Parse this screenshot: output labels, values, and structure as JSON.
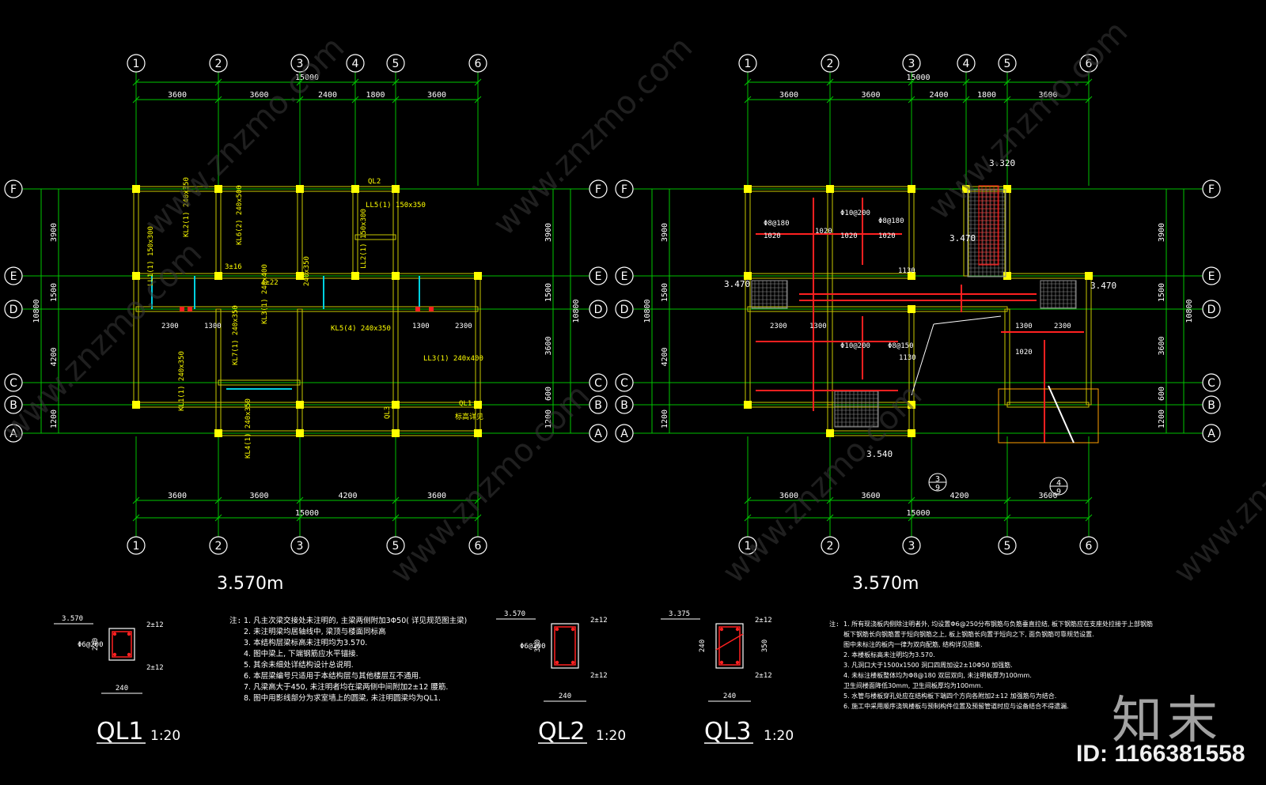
{
  "plans": [
    {
      "title": "3.570m",
      "grid_x_top": [
        "1",
        "2",
        "3",
        "4",
        "5",
        "6"
      ],
      "grid_x_bottom": [
        "1",
        "2",
        "3",
        "5",
        "6"
      ],
      "grid_y": [
        "F",
        "E",
        "D",
        "C",
        "B",
        "A"
      ],
      "dims_top": [
        "3600",
        "3600",
        "2400",
        "1800",
        "3600"
      ],
      "dims_bottom": [
        "3600",
        "3600",
        "4200",
        "3600"
      ],
      "total_width": "15000",
      "dims_left": [
        "3900",
        "1500",
        "4200",
        "1200"
      ],
      "dims_right": [
        "3900",
        "1500",
        "3600",
        "600",
        "1200"
      ],
      "total_depth": "10800"
    },
    {
      "title": "3.570m",
      "grid_x_top": [
        "1",
        "2",
        "3",
        "4",
        "5",
        "6"
      ],
      "grid_x_bottom": [
        "1",
        "2",
        "3",
        "5",
        "6"
      ],
      "grid_y": [
        "F",
        "E",
        "D",
        "C",
        "B",
        "A"
      ],
      "dims_top": [
        "3600",
        "3600",
        "2400",
        "1800",
        "3600"
      ],
      "dims_bottom": [
        "3600",
        "3600",
        "4200",
        "3600"
      ],
      "total_width": "15000",
      "dims_left": [
        "3900",
        "1500",
        "4200",
        "1200"
      ],
      "dims_right": [
        "3900",
        "1500",
        "3600",
        "600",
        "1200"
      ],
      "total_depth": "10800",
      "levels": [
        "3.320",
        "3.470",
        "3.470",
        "3.470",
        "3.540"
      ],
      "section_marks": [
        "3",
        "9",
        "4",
        "9"
      ]
    }
  ],
  "beam_labels_left": [
    "QL2",
    "LL5(1) 150x350",
    "KL6(2) 240x500",
    "KL2(1) 240x350",
    "LL1(1) 150x300",
    "KL5(4) 240x350",
    "KL7(1) 240x350",
    "KL3(1) 240x400",
    "KL1(1) 240x350",
    "LL3(1) 240x400",
    "KL4(1) 240x350",
    "LL2(1) 150x300",
    "240x350",
    "QL1",
    "QL3",
    "3±16",
    "4±22",
    "2300",
    "1300",
    "1300",
    "2300",
    "标高详见"
  ],
  "slab_labels_right": [
    "Φ8@180",
    "1020",
    "1020",
    "Φ10@200",
    "1020",
    "Φ8@180",
    "1020",
    "1130",
    "2300",
    "1300",
    "1300",
    "2300",
    "Φ10@200",
    "1130",
    "Φ8@150",
    "1020"
  ],
  "details": [
    {
      "name": "QL1",
      "scale": "1:20",
      "level": "3.570",
      "top": "2±12",
      "bottom": "2±12",
      "stirrup": "Φ6@200",
      "h": "240",
      "w": "240"
    },
    {
      "name": "QL2",
      "scale": "1:20",
      "level": "3.570",
      "top": "2±12",
      "bottom": "2±12",
      "stirrup": "Φ6@200",
      "h": "350",
      "w": "240"
    },
    {
      "name": "QL3",
      "scale": "1:20",
      "level": "3.375",
      "top": "2±12",
      "bottom": "2±12",
      "stirrup": "",
      "h": "240",
      "h2": "350",
      "w": "240"
    }
  ],
  "notes_left": {
    "label": "注:",
    "lines": [
      "1. 凡主次梁交接处未注明的, 主梁两侧附加3Φ50( 详见规范图主梁)",
      "2. 未注明梁均居轴线中, 梁顶与楼面同标高",
      "3. 本结构层梁标高未注明均为3.570.",
      "4. 图中梁上, 下端钢筋应水平锚接.",
      "5. 其余未细处详结构设计总说明.",
      "6. 本层梁编号只适用于本结构层与其他楼层互不通用.",
      "7. 凡梁高大于450, 未注明者均在梁两侧中间附加2±12 腰筋.",
      "8. 图中用影线部分为求室墙上的圆梁, 未注明圆梁均为QL1."
    ]
  },
  "notes_right": {
    "label": "注:",
    "lines": [
      "1. 所有现浇板内侧除注明者外, 均设置Φ6@250分布钢筋与负筋垂直拉结, 板下钢筋应在支座处拉接于上部钢筋",
      "   板下钢筋长向钢筋置于短向钢筋之上, 板上钢筋长向置于短向之下, 面负钢筋可靠规范设置.",
      "   图中未标注的板内一律为双向配筋, 结构详见图集.",
      "2. 本楼板标高未注明均为3.570.",
      "3. 凡洞口大于1500x1500 洞口四周加设2±10Φ50 加强筋.",
      "4. 未标注楼板整体均为Φ8@180 双层双向, 未注明板厚为100mm.",
      "   卫生间楼面降低30mm, 卫生间板厚均为100mm.",
      "5. 水管与楼板穿孔处应在结构板下端四个方向各附加2±12 加强筋与为结合.",
      "6. 施工中采用顺序浇筑楼板与预制构件位置及预留管道时应与设备结合不得遗漏."
    ]
  },
  "watermark": {
    "logo": "知末",
    "id": "ID: 1166381558",
    "site": "www.znzmo.com"
  },
  "colors": {
    "grid": "#00c000",
    "axis_bubble": "#ffffff",
    "dim": "#00c800",
    "beam": "#ffff00",
    "wall": "#c8c800",
    "column": "#ffff00",
    "rebar": "#ff2020",
    "cyan": "#00d0e0",
    "text": "#ffffff",
    "bg": "#000000"
  }
}
